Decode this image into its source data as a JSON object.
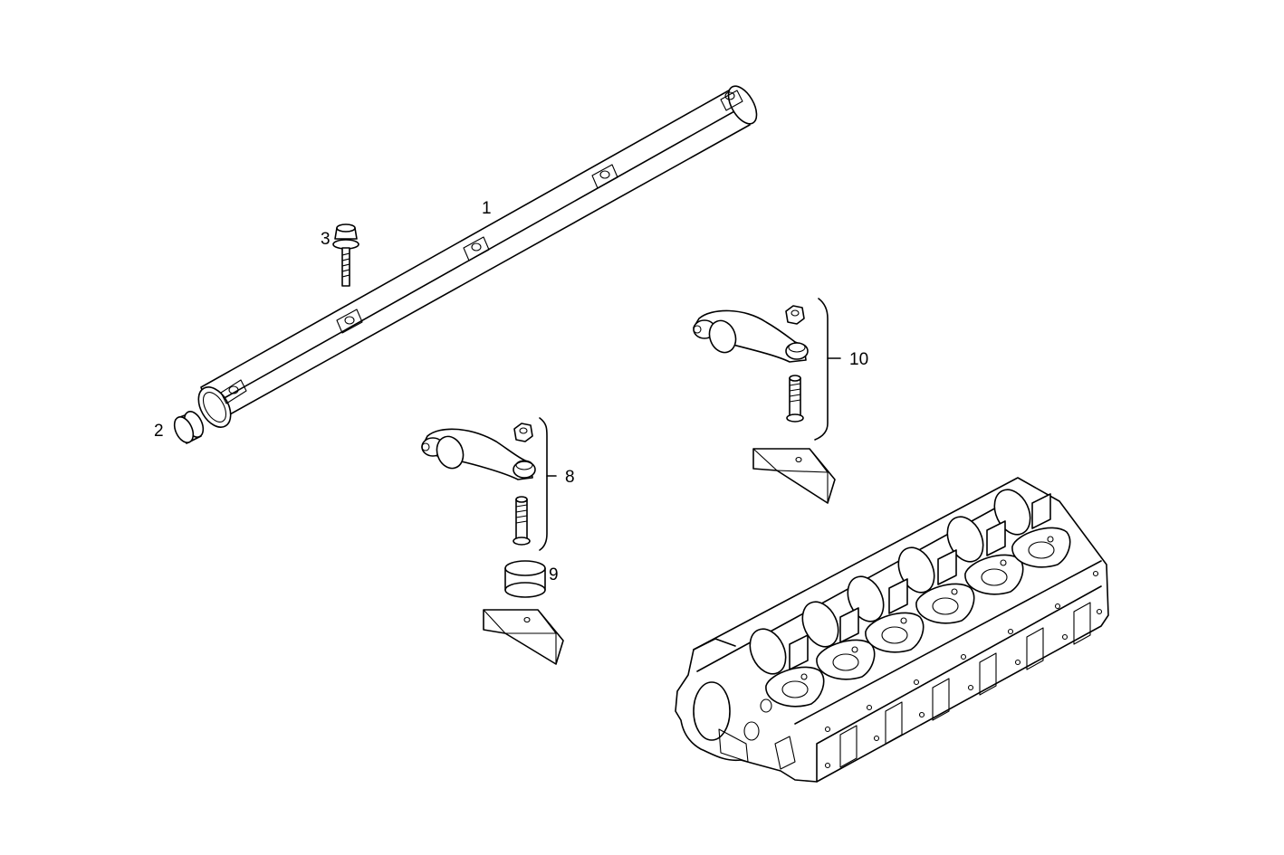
{
  "diagram": {
    "callouts": {
      "c1": "1",
      "c2": "2",
      "c3": "3",
      "c8": "8",
      "c9": "9",
      "c10": "10"
    }
  }
}
